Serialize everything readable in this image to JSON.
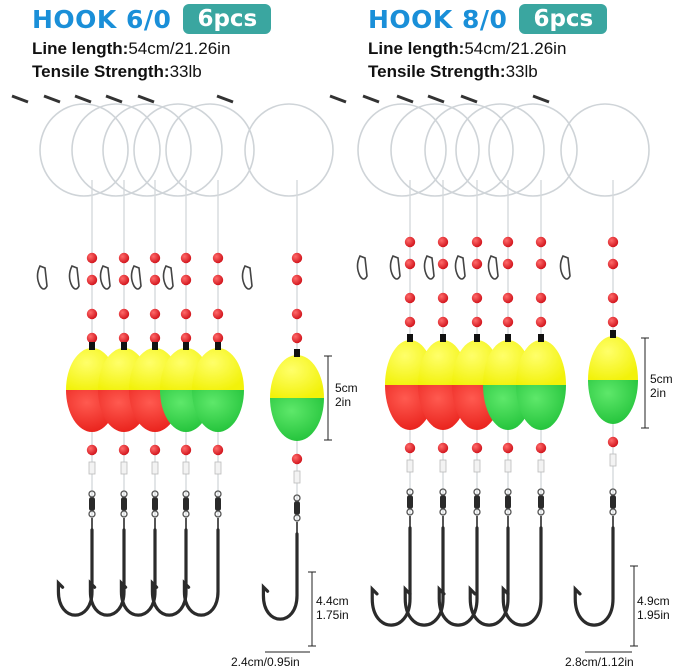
{
  "left": {
    "hook": "HOOK 6/0",
    "pcs": "6pcs",
    "line_label": "Line length:",
    "line_value": "54cm/21.26in",
    "tensile_label": "Tensile Strength:",
    "tensile_value": "33lb",
    "float_cm": "5cm",
    "float_in": "2in",
    "hook_len_cm": "4.4cm",
    "hook_len_in": "1.75in",
    "hook_width": "2.4cm/0.95in"
  },
  "right": {
    "hook": "HOOK 8/0",
    "pcs": "6pcs",
    "line_label": "Line length:",
    "line_value": "54cm/21.26in",
    "tensile_label": "Tensile Strength:",
    "tensile_value": "33lb",
    "float_cm": "5cm",
    "float_in": "2in",
    "hook_len_cm": "4.9cm",
    "hook_len_in": "1.95in",
    "hook_width": "2.8cm/1.12in"
  },
  "colors": {
    "title_blue": "#1a8fd8",
    "badge_teal": "#3aa6a0",
    "float_yellow": "#f2f20a",
    "float_red": "#e8201a",
    "float_green": "#22c23a",
    "bead_red": "#d0121a"
  }
}
